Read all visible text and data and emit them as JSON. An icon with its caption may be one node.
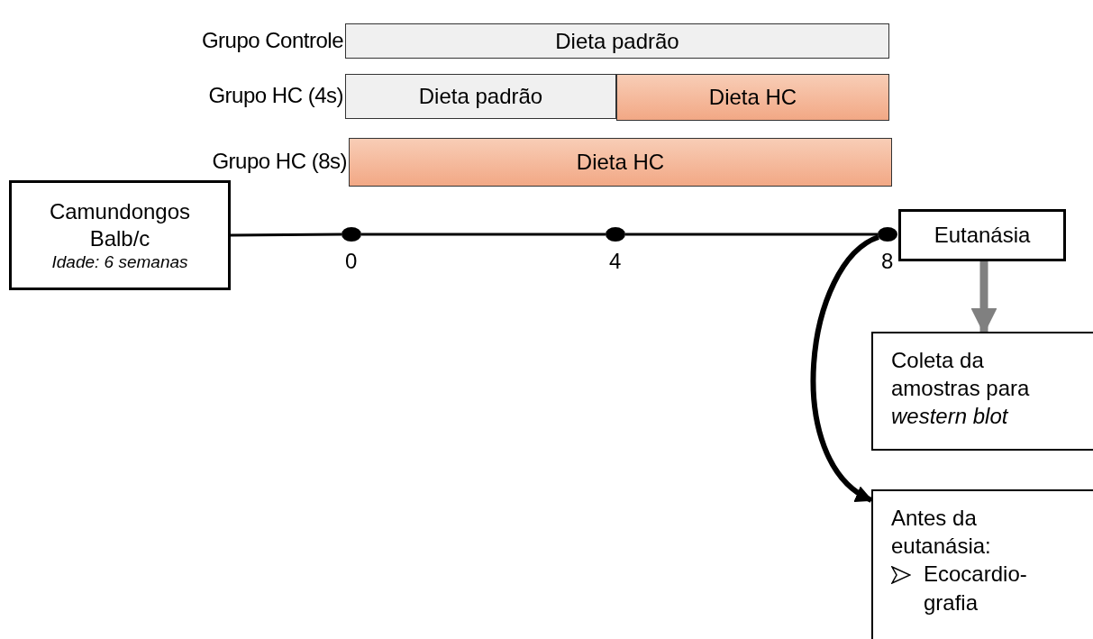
{
  "diagram": {
    "nodes": [
      {
        "text": [
          "Dieta padrão"
        ],
        "beside": [
          "Grupo Controle"
        ]
      },
      {
        "text": [
          "Dieta padrão"
        ],
        "beside": [
          "Grupo HC (4s)"
        ]
      },
      {
        "text": [
          "Dieta HC"
        ]
      },
      {
        "text": [
          "Dieta HC"
        ],
        "beside": [
          "Grupo HC (8s)"
        ]
      },
      {
        "text": [
          "Camundongos Balb/c",
          "Idade: 6 semanas"
        ]
      },
      {
        "text": [],
        "shape": "circle",
        "beside": [
          "0"
        ]
      },
      {
        "text": [],
        "shape": "circle",
        "beside": [
          "4"
        ]
      },
      {
        "text": [],
        "shape": "circle",
        "beside": [
          "8"
        ]
      },
      {
        "text": [
          "Eutanásia"
        ]
      },
      {
        "text": [
          "Coleta da amostras para *western blot*"
        ]
      },
      {
        "text": [
          "Antes da eutanásia:",
          "Ecocardio- grafia"
        ]
      }
    ],
    "edges": [
      {
        "from": 4,
        "to": 5,
        "arrow": "none"
      },
      {
        "from": 5,
        "to": 6,
        "arrow": "none"
      },
      {
        "from": 6,
        "to": 7,
        "arrow": "none"
      },
      {
        "from": 8,
        "to": 9,
        "arrow": "to",
        "style": "thick",
        "color": "#808080"
      },
      {
        "from": 7,
        "to": 10,
        "arrow": "to",
        "style": "thick"
      }
    ]
  }
}
